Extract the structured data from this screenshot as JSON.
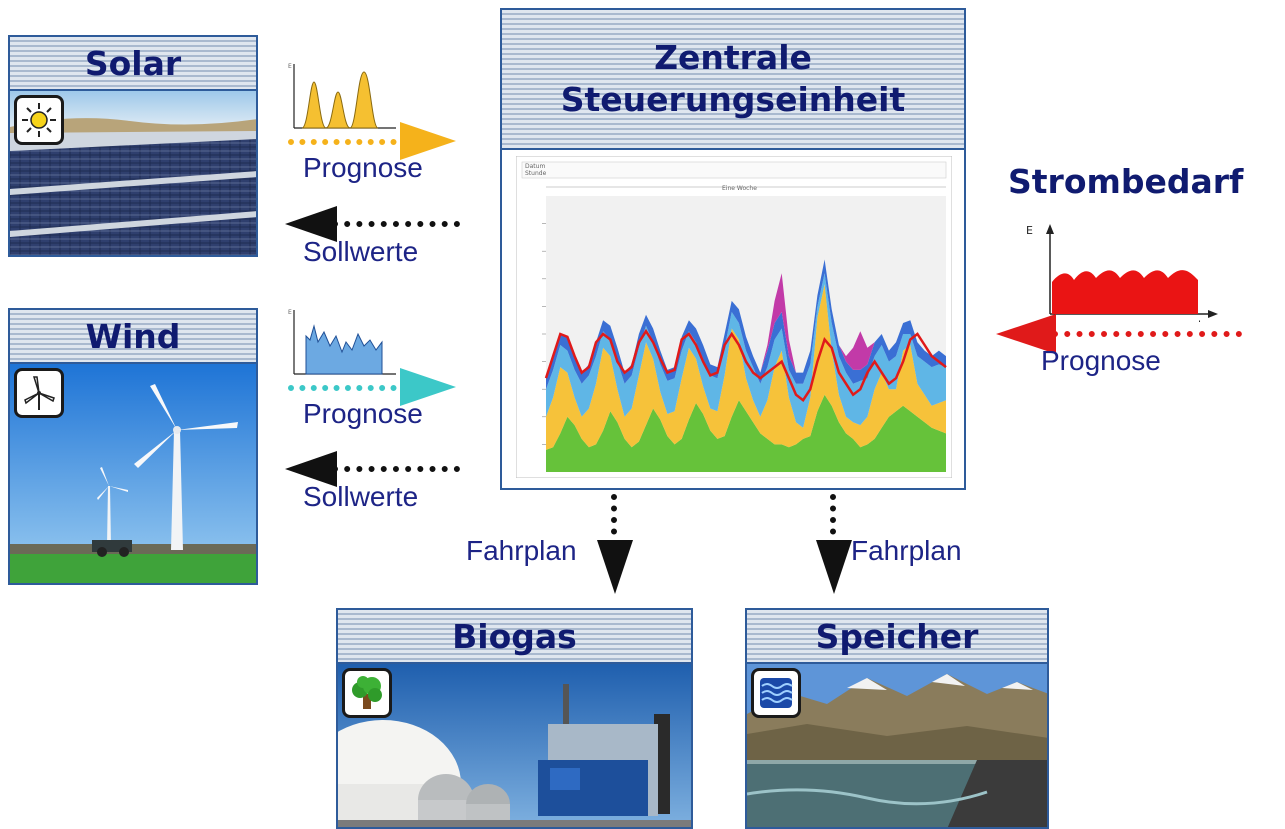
{
  "sources": {
    "solar": {
      "title": "Solar",
      "icon": "sun-icon"
    },
    "wind": {
      "title": "Wind",
      "icon": "wind-turbine-icon"
    },
    "biogas": {
      "title": "Biogas",
      "icon": "tree-icon"
    },
    "storage": {
      "title": "Speicher",
      "icon": "water-waves-icon"
    }
  },
  "central": {
    "title_line1": "Zentrale",
    "title_line2": "Steuerungseinheit"
  },
  "demand": {
    "title": "Strombedarf",
    "forecast_label": "Prognose",
    "axis_y": "E",
    "axis_x": "t"
  },
  "flows": {
    "solar_forecast": "Prognose",
    "solar_setpoints": "Sollwerte",
    "wind_forecast": "Prognose",
    "wind_setpoints": "Sollwerte",
    "schedule_biogas": "Fahrplan",
    "schedule_storage": "Fahrplan"
  },
  "colors": {
    "solar_arrow": "#f5b21b",
    "wind_arrow": "#3cc8c8",
    "demand_arrow": "#e01a1a",
    "label_text": "#1d2486",
    "title_text": "#101b70",
    "panel_border": "#2e5b9a"
  },
  "chart_data": {
    "type": "area",
    "stacked": true,
    "title": "",
    "ylabel": "",
    "xlabel": "",
    "x": [
      0,
      1,
      2,
      3,
      4,
      5,
      6,
      7,
      8,
      9,
      10,
      11,
      12,
      13,
      14,
      15,
      16,
      17,
      18,
      19,
      20,
      21,
      22,
      23,
      24,
      25,
      26,
      27,
      28,
      29,
      30,
      31,
      32,
      33,
      34,
      35,
      36,
      37,
      38,
      39,
      40,
      41,
      42,
      43,
      44,
      45,
      46,
      47,
      48,
      49,
      50,
      51,
      52,
      53,
      54,
      55,
      56
    ],
    "ylim": [
      0,
      100
    ],
    "series": [
      {
        "color": "#66c23a",
        "values": [
          8,
          9,
          14,
          20,
          17,
          12,
          9,
          10,
          15,
          22,
          18,
          12,
          9,
          11,
          17,
          23,
          19,
          13,
          10,
          12,
          19,
          25,
          21,
          15,
          12,
          13,
          20,
          26,
          22,
          18,
          14,
          12,
          10,
          10,
          9,
          10,
          12,
          13,
          22,
          28,
          24,
          18,
          14,
          12,
          9,
          10,
          12,
          16,
          20,
          22,
          24,
          22,
          20,
          18,
          16,
          15,
          14
        ]
      },
      {
        "color": "#f6c23a",
        "values": [
          12,
          18,
          24,
          16,
          10,
          8,
          14,
          22,
          30,
          20,
          12,
          8,
          14,
          24,
          30,
          18,
          10,
          8,
          12,
          22,
          26,
          16,
          10,
          8,
          10,
          22,
          32,
          22,
          12,
          8,
          6,
          14,
          28,
          34,
          18,
          8,
          4,
          14,
          34,
          40,
          20,
          10,
          6,
          6,
          8,
          10,
          18,
          20,
          10,
          8,
          20,
          24,
          12,
          10,
          8,
          10,
          12
        ]
      },
      {
        "color": "#5fb6e6",
        "values": [
          10,
          10,
          8,
          8,
          10,
          12,
          12,
          10,
          6,
          6,
          10,
          12,
          12,
          10,
          6,
          6,
          10,
          12,
          12,
          10,
          6,
          6,
          10,
          12,
          12,
          10,
          6,
          6,
          10,
          12,
          12,
          12,
          10,
          8,
          10,
          14,
          16,
          12,
          4,
          4,
          10,
          14,
          16,
          14,
          16,
          14,
          12,
          10,
          10,
          12,
          6,
          4,
          10,
          12,
          14,
          14,
          12
        ]
      },
      {
        "color": "#3a6fd4",
        "values": [
          4,
          5,
          4,
          5,
          5,
          4,
          4,
          5,
          4,
          5,
          5,
          4,
          4,
          5,
          4,
          5,
          5,
          4,
          4,
          5,
          4,
          5,
          5,
          4,
          4,
          5,
          4,
          5,
          5,
          4,
          4,
          6,
          6,
          6,
          5,
          4,
          4,
          5,
          4,
          5,
          5,
          4,
          4,
          5,
          4,
          5,
          5,
          4,
          4,
          5,
          4,
          5,
          5,
          4,
          4,
          5,
          4
        ]
      },
      {
        "color": "#c23aa8",
        "values": [
          0,
          0,
          0,
          0,
          0,
          0,
          0,
          0,
          0,
          0,
          0,
          0,
          0,
          0,
          0,
          0,
          0,
          0,
          0,
          0,
          0,
          0,
          0,
          0,
          0,
          0,
          0,
          0,
          0,
          0,
          0,
          2,
          8,
          14,
          6,
          0,
          0,
          0,
          0,
          0,
          0,
          0,
          2,
          8,
          14,
          6,
          0,
          0,
          0,
          0,
          0,
          0,
          0,
          0,
          0,
          0,
          0
        ]
      }
    ],
    "demand_line": {
      "color": "#e01a1a",
      "values": [
        34,
        42,
        50,
        49,
        42,
        36,
        38,
        47,
        50,
        48,
        40,
        36,
        38,
        47,
        51,
        47,
        41,
        36,
        37,
        48,
        50,
        46,
        40,
        35,
        36,
        46,
        50,
        46,
        40,
        36,
        34,
        36,
        38,
        40,
        34,
        28,
        26,
        30,
        40,
        48,
        45,
        36,
        32,
        28,
        30,
        36,
        40,
        36,
        32,
        34,
        40,
        48,
        50,
        46,
        42,
        40,
        38
      ]
    },
    "time_axis_labels": [
      "Datum",
      "Stunde",
      "Eine Woche"
    ]
  }
}
